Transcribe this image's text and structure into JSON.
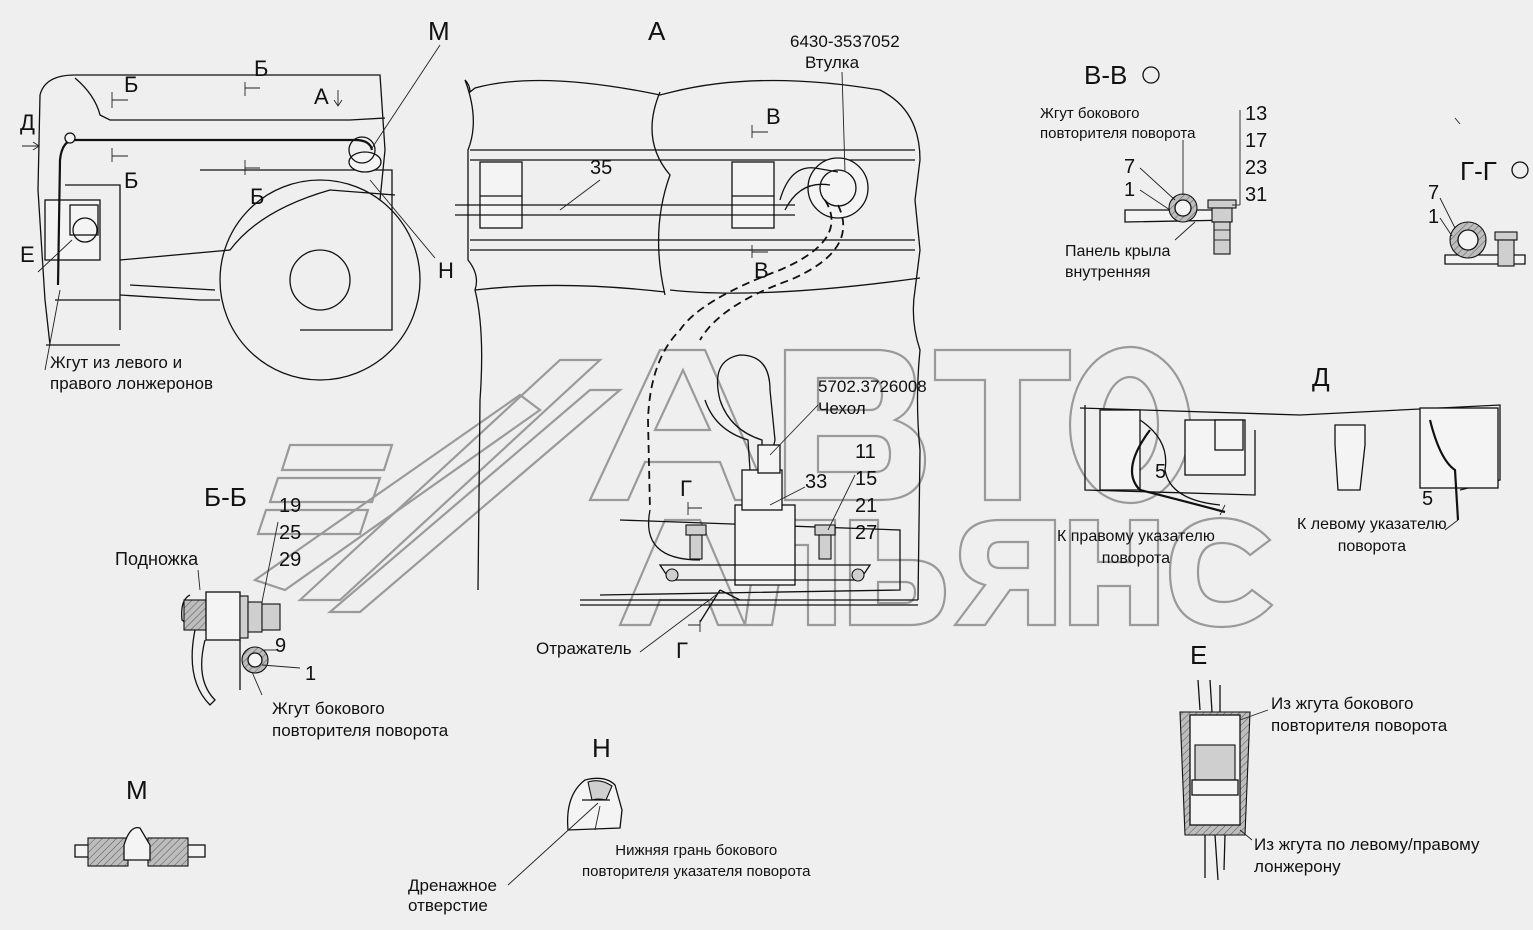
{
  "view_letters": {
    "a": "А",
    "m_top": "М",
    "d_left": "Д",
    "e_left": "Е",
    "n_top": "Н",
    "b1": "Б",
    "b2": "Б",
    "b3": "Б",
    "b4": "Б",
    "a_small": "А",
    "v_top": "В",
    "v_bot": "В",
    "g_mid": "Г",
    "g_bot": "Г",
    "vv": "В-В",
    "gg": "Г-Г",
    "bb": "Б-Б",
    "d_right": "Д",
    "e_right": "Е",
    "n_bottom": "Н",
    "m_bottom": "М"
  },
  "labels": {
    "part_number_bushing": "6430-3537052",
    "bushing": "Втулка",
    "part_number_cover": "5702.3726008",
    "cover": "Чехол",
    "harness_spars": "Жгут из левого и\nправого лонжеронов",
    "harness_side_repeater_top": "Жгут бокового\nповторителя поворота",
    "fender_panel": "Панель крыла\nвнутренняя",
    "step": "Подножка",
    "harness_side_repeater_bb": "Жгут бокового\nповторителя поворота",
    "reflector": "Отражатель",
    "to_right_indicator": "К правому указателю\nповорота",
    "to_left_indicator": "К левому указателю\nповорота",
    "from_side_repeater": "Из жгута бокового\nповторителя поворота",
    "from_spar_harness": "Из жгута по левому/правому\nлонжерону",
    "lower_edge": "Нижняя грань бокового\nповторителя указателя поворота",
    "drain_hole": "Дренажное\nотверстие"
  },
  "callouts": {
    "n35": "35",
    "n33": "33",
    "n11": "11",
    "n15": "15",
    "n21": "21",
    "n27": "27",
    "n13": "13",
    "n17": "17",
    "n23": "23",
    "n31": "31",
    "vv7": "7",
    "vv1": "1",
    "gg7": "7",
    "gg1": "1",
    "n19": "19",
    "n25": "25",
    "n29": "29",
    "n9": "9",
    "bb1": "1",
    "d5a": "5",
    "d5b": "5"
  },
  "watermark": {
    "line1": "АВТО",
    "line2": "АЛЬЯНС"
  }
}
